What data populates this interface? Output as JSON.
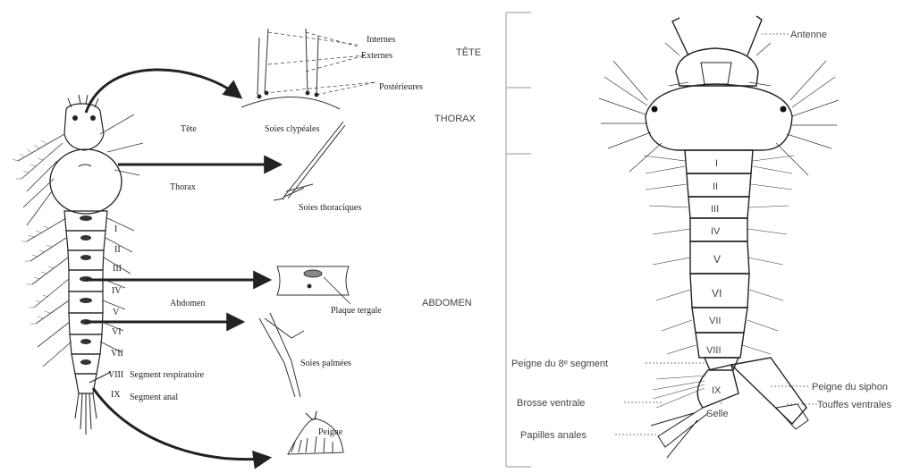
{
  "left_panel": {
    "labels": {
      "internes": "Internes",
      "externes": "Externes",
      "posterieures": "Postérieures",
      "tete": "Tête",
      "soies_clypeales": "Soies clypéales",
      "thorax": "Thorax",
      "soies_thoraciques": "Soies thoraciques",
      "abdomen": "Abdomen",
      "plaque_tergale": "Plaque tergale",
      "soies_palmees": "Soies palmées",
      "peigne": "Peigne"
    },
    "segments": [
      {
        "numeral": "I",
        "text": ""
      },
      {
        "numeral": "II",
        "text": ""
      },
      {
        "numeral": "III",
        "text": ""
      },
      {
        "numeral": "IV",
        "text": ""
      },
      {
        "numeral": "V",
        "text": ""
      },
      {
        "numeral": "VI",
        "text": ""
      },
      {
        "numeral": "VII",
        "text": ""
      },
      {
        "numeral": "VIII",
        "text": "Segment respiratoire"
      },
      {
        "numeral": "IX",
        "text": "Segment anal"
      }
    ]
  },
  "right_panel": {
    "regions": {
      "tete": "TÊTE",
      "thorax": "THORAX",
      "abdomen": "ABDOMEN"
    },
    "labels": {
      "antenne": "Antenne",
      "peigne_8": "Peigne du 8ᵉ segment",
      "brosse_ventrale": "Brosse ventrale",
      "papilles_anales": "Papilles anales",
      "selle": "Selle",
      "peigne_siphon": "Peigne du siphon",
      "touffes_ventrales": "Touffes ventrales"
    },
    "segment_numerals": [
      "I",
      "II",
      "III",
      "IV",
      "V",
      "VI",
      "VII",
      "VIII",
      "IX"
    ]
  }
}
